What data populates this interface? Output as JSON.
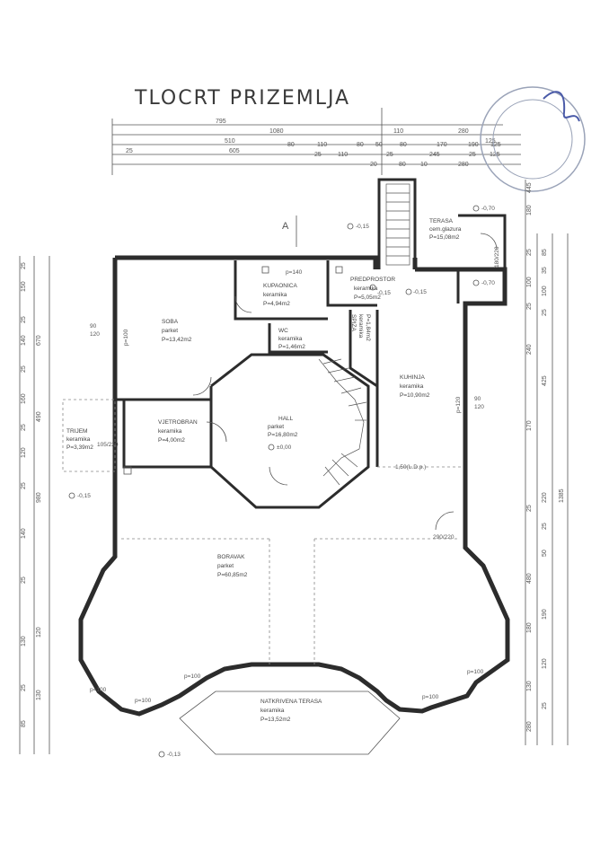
{
  "title": "TLOCRT PRIZEMLJA",
  "section_marker": "A",
  "dimensions_top": {
    "row1": [
      "795",
      "110",
      "280"
    ],
    "row2": [
      "1080",
      "125"
    ],
    "row3": [
      "510",
      "80",
      "110",
      "80",
      "50",
      "80",
      "170",
      "190",
      "125"
    ],
    "row4": [
      "25",
      "605",
      "25",
      "110",
      "25",
      "245",
      "25",
      "125"
    ],
    "row5": [
      "20",
      "80",
      "10",
      "280"
    ]
  },
  "dimensions_right": {
    "col1": [
      "445",
      "180",
      "25",
      "100",
      "25",
      "240",
      "170",
      "25",
      "480",
      "180",
      "130",
      "280"
    ],
    "col2": [
      "85",
      "35",
      "100",
      "25",
      "425",
      "220",
      "25",
      "50",
      "190",
      "120",
      "25"
    ],
    "outer": "1385"
  },
  "dimensions_left": {
    "col1": [
      "25",
      "150",
      "25",
      "140",
      "25",
      "160",
      "25",
      "120",
      "25",
      "140",
      "25",
      "130",
      "25",
      "85"
    ],
    "col2": [
      "670",
      "490",
      "980",
      "120",
      "130"
    ]
  },
  "rooms": [
    {
      "name": "SOBA",
      "floor": "parket",
      "area": "P=13,42m2"
    },
    {
      "name": "KUPAONICA",
      "floor": "keramika",
      "area": "P=4,94m2"
    },
    {
      "name": "PREDPROSTOR",
      "floor": "keramika",
      "area": "P=5,05m2"
    },
    {
      "name": "WC",
      "floor": "keramika",
      "area": "P=1,46m2"
    },
    {
      "name": "SPIZA",
      "floor": "keramika",
      "area": "P=1,84m2"
    },
    {
      "name": "TERASA",
      "floor": "cem.glazura",
      "area": "P=15,08m2"
    },
    {
      "name": "KUHINJA",
      "floor": "keramika",
      "area": "P=10,90m2"
    },
    {
      "name": "HALL",
      "floor": "parket",
      "area": "P=16,80m2"
    },
    {
      "name": "VJETROBRAN",
      "floor": "keramika",
      "area": "P=4,00m2"
    },
    {
      "name": "TRIJEM",
      "floor": "keramika",
      "area": "P=3,39m2"
    },
    {
      "name": "BORAVAK",
      "floor": "parket",
      "area": "P=60,85m2"
    },
    {
      "name": "NATKRIVENA TERASA",
      "floor": "keramika",
      "area": "P=13,52m2"
    }
  ],
  "openings": [
    "p=140",
    "p=100",
    "p=120",
    "p=100",
    "p=100",
    "p=100",
    "p=100",
    "p=100",
    "180/220",
    "105/220",
    "290/220",
    "1,50(L.D.p.)"
  ],
  "levels": [
    "-0,15",
    "-0,70",
    "-0,15",
    "-0,15",
    "±0,00",
    "-0,70",
    "-0,15",
    "-0,13"
  ],
  "sill_labels": [
    "90",
    "120",
    "90",
    "120"
  ]
}
